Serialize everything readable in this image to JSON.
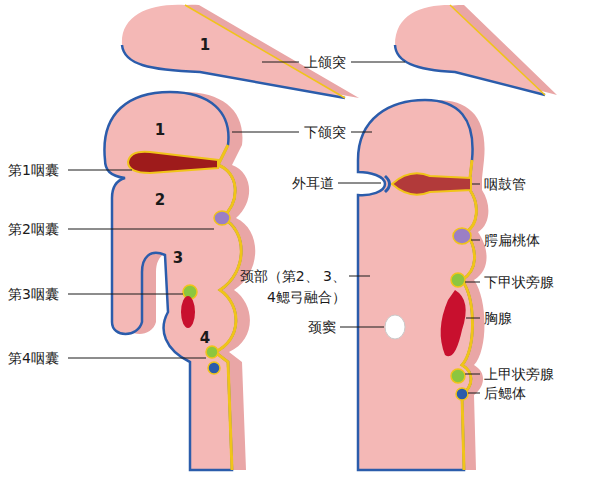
{
  "diagram": {
    "labels": [
      "1",
      "上颌突",
      "1",
      "下颌突",
      "第1咽囊",
      "2",
      "第2咽囊",
      "3",
      "第3咽囊",
      "颈部（第2、 3、4鳃弓融合）",
      "4",
      "第4咽囊",
      "外耳道",
      "咽鼓管",
      "腭扁桃体",
      "下甲状旁腺",
      "颈窦",
      "胸腺",
      "上甲状旁腺",
      "后鳃体"
    ]
  }
}
